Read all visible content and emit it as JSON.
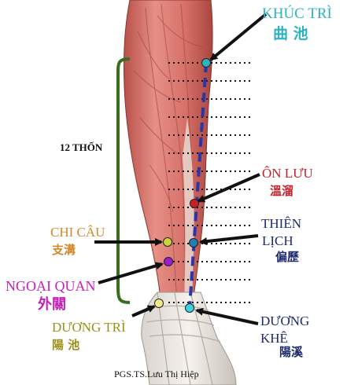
{
  "colors": {
    "khuc_tri": "#2bb3c0",
    "on_luu": "#c8202a",
    "thien_lich": "#1f2a6e",
    "chi_cau": "#d08a2a",
    "ngoai_quan": "#c81eb8",
    "duong_tri": "#9c8f1a",
    "duong_khe": "#1f2a6e",
    "meridian": "#2a35a8",
    "bracket": "#3a6e1e",
    "arrow": "#111111"
  },
  "labels": {
    "measure": "12 THỐN",
    "credit": "PGS.TS.Lưu Thị Hiệp"
  },
  "points": {
    "khuc_tri": {
      "name": "KHÚC TRÌ",
      "hanzi": "曲 池"
    },
    "on_luu": {
      "name": "ÔN LƯU",
      "hanzi": "溫溜"
    },
    "thien_lich": {
      "name_line1": "THIÊN",
      "name_line2": "LỊCH",
      "hanzi": "偏歷"
    },
    "chi_cau": {
      "name": "CHI CÂU",
      "hanzi": "支溝"
    },
    "ngoai_quan": {
      "name": "NGOẠI QUAN",
      "hanzi": "外關"
    },
    "duong_tri": {
      "name": "DƯƠNG TRÌ",
      "hanzi": "陽 池"
    },
    "duong_khe": {
      "name_line1": "DƯƠNG",
      "name_line2": "KHÊ",
      "hanzi": "陽溪"
    }
  }
}
